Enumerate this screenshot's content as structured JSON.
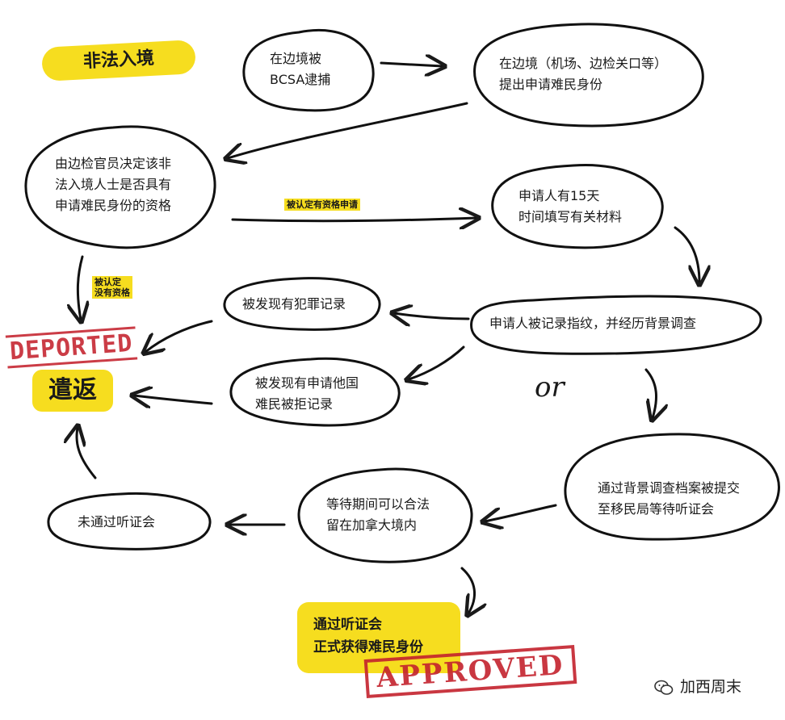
{
  "title": "非法入境",
  "nodes": {
    "arrested": "在边境被\nBCSA逮捕",
    "apply_at_border": "在边境（机场、边检关口等）\n提出申请难民身份",
    "officer_decides": "由边检官员决定该非\n法入境人士是否具有\n申请难民身份的资格",
    "fifteen_days": "申请人有15天\n时间填写有关材料",
    "fingerprint": "申请人被记录指纹，并经历背景调查",
    "criminal_record": "被发现有犯罪记录",
    "rejected_elsewhere": "被发现有申请他国\n难民被拒记录",
    "submitted": "通过背景调查档案被提交\n至移民局等待听证会",
    "wait_legally": "等待期间可以合法\n留在加拿大境内",
    "failed_hearing": "未通过听证会"
  },
  "edge_labels": {
    "eligible": "被认定有资格申请",
    "not_eligible": "被认定\n没有资格"
  },
  "deported_stamp": "DEPORTED",
  "deported_cn": "遣返",
  "or_label": "or",
  "approved_box": "通过听证会\n正式获得难民身份",
  "approved_stamp": "APPROVED",
  "watermark": "加西周末",
  "colors": {
    "highlight": "#f6dd1f",
    "stamp_red": "#c4222d",
    "ink": "#1a1a1a"
  }
}
